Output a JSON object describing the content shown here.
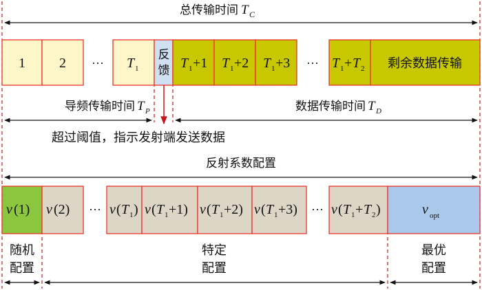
{
  "top": {
    "total_label": "总传输时间",
    "total_sym": "T",
    "total_sub": "C",
    "slots": {
      "s1": "1",
      "s2": "2",
      "dots1": "···",
      "t1": "T",
      "t1_sub": "1",
      "feedback_1": "反",
      "feedback_2": "馈",
      "p1_t": "T",
      "p1_sub": "1",
      "p1_tail": "+1",
      "p2_t": "T",
      "p2_sub": "1",
      "p2_tail": "+2",
      "p3_t": "T",
      "p3_sub": "1",
      "p3_tail": "+3",
      "dots2": "···",
      "p4_t": "T",
      "p4_sub": "1",
      "p4_mid": "+",
      "p4_t2": "T",
      "p4_sub2": "2",
      "remaining": "剩余数据传输"
    },
    "pilot_label": "导频传输时间",
    "pilot_sym": "T",
    "pilot_sub": "P",
    "data_label": "数据传输时间",
    "data_sym": "T",
    "data_sub": "D"
  },
  "threshold_note": "超过阈值，指示发射端发送数据",
  "bottom": {
    "config_label": "反射系数配置",
    "cells": {
      "c1_v": "v",
      "c1_arg": "(1)",
      "c2_v": "v",
      "c2_arg": "(2)",
      "dots1": "···",
      "c3_v": "v",
      "c3_t": "T",
      "c3_sub": "1",
      "c4_v": "v",
      "c4_t": "T",
      "c4_sub": "1",
      "c4_tail": "+1)",
      "c5_v": "v",
      "c5_t": "T",
      "c5_sub": "1",
      "c5_tail": "+2)",
      "c6_v": "v",
      "c6_t": "T",
      "c6_sub": "1",
      "c6_tail": "+3)",
      "dots2": "···",
      "c7_v": "v",
      "c7_t": "T",
      "c7_sub": "1",
      "c7_mid": "+",
      "c7_t2": "T",
      "c7_sub2": "2",
      "opt_v": "v",
      "opt_sub": "opt"
    },
    "random_1": "随机",
    "random_2": "配置",
    "specific_1": "特定",
    "specific_2": "配置",
    "optimal_1": "最优",
    "optimal_2": "配置"
  },
  "colors": {
    "pilot_fill": "#fdf6c8",
    "feedback_fill": "#cfe0f2",
    "data_fill": "#c8c800",
    "random_fill": "#8cc63f",
    "specific_fill": "#ddd5c6",
    "optimal_fill": "#a9c8ea",
    "border": "#e8342a",
    "dash": "#c8161d"
  }
}
